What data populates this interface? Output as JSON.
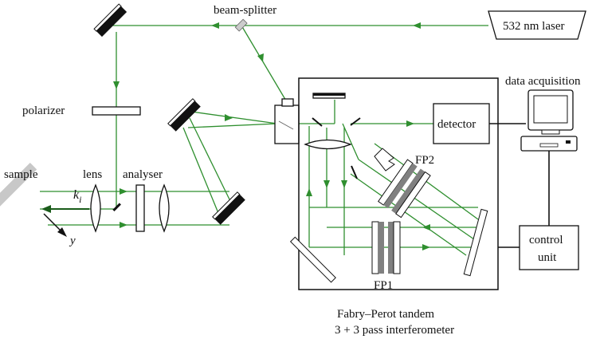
{
  "labels": {
    "laser": "532 nm laser",
    "beam_splitter": "beam-splitter",
    "polarizer": "polarizer",
    "sample": "sample",
    "lens": "lens",
    "analyser": "analyser",
    "ki": "k",
    "ki_sub": "i",
    "y_axis": "y",
    "detector": "detector",
    "data_acquisition": "data acquisition",
    "control_unit_line1": "control",
    "control_unit_line2": "unit",
    "fp1": "FP1",
    "fp2": "FP2",
    "tandem_line1": "Fabry–Perot tandem",
    "tandem_line2": "3 + 3 pass interferometer"
  },
  "colors": {
    "beam": "#2f8f2f",
    "mirror": "#111111",
    "sample": "#c8c8c8",
    "etalon_plate": "#808080"
  }
}
